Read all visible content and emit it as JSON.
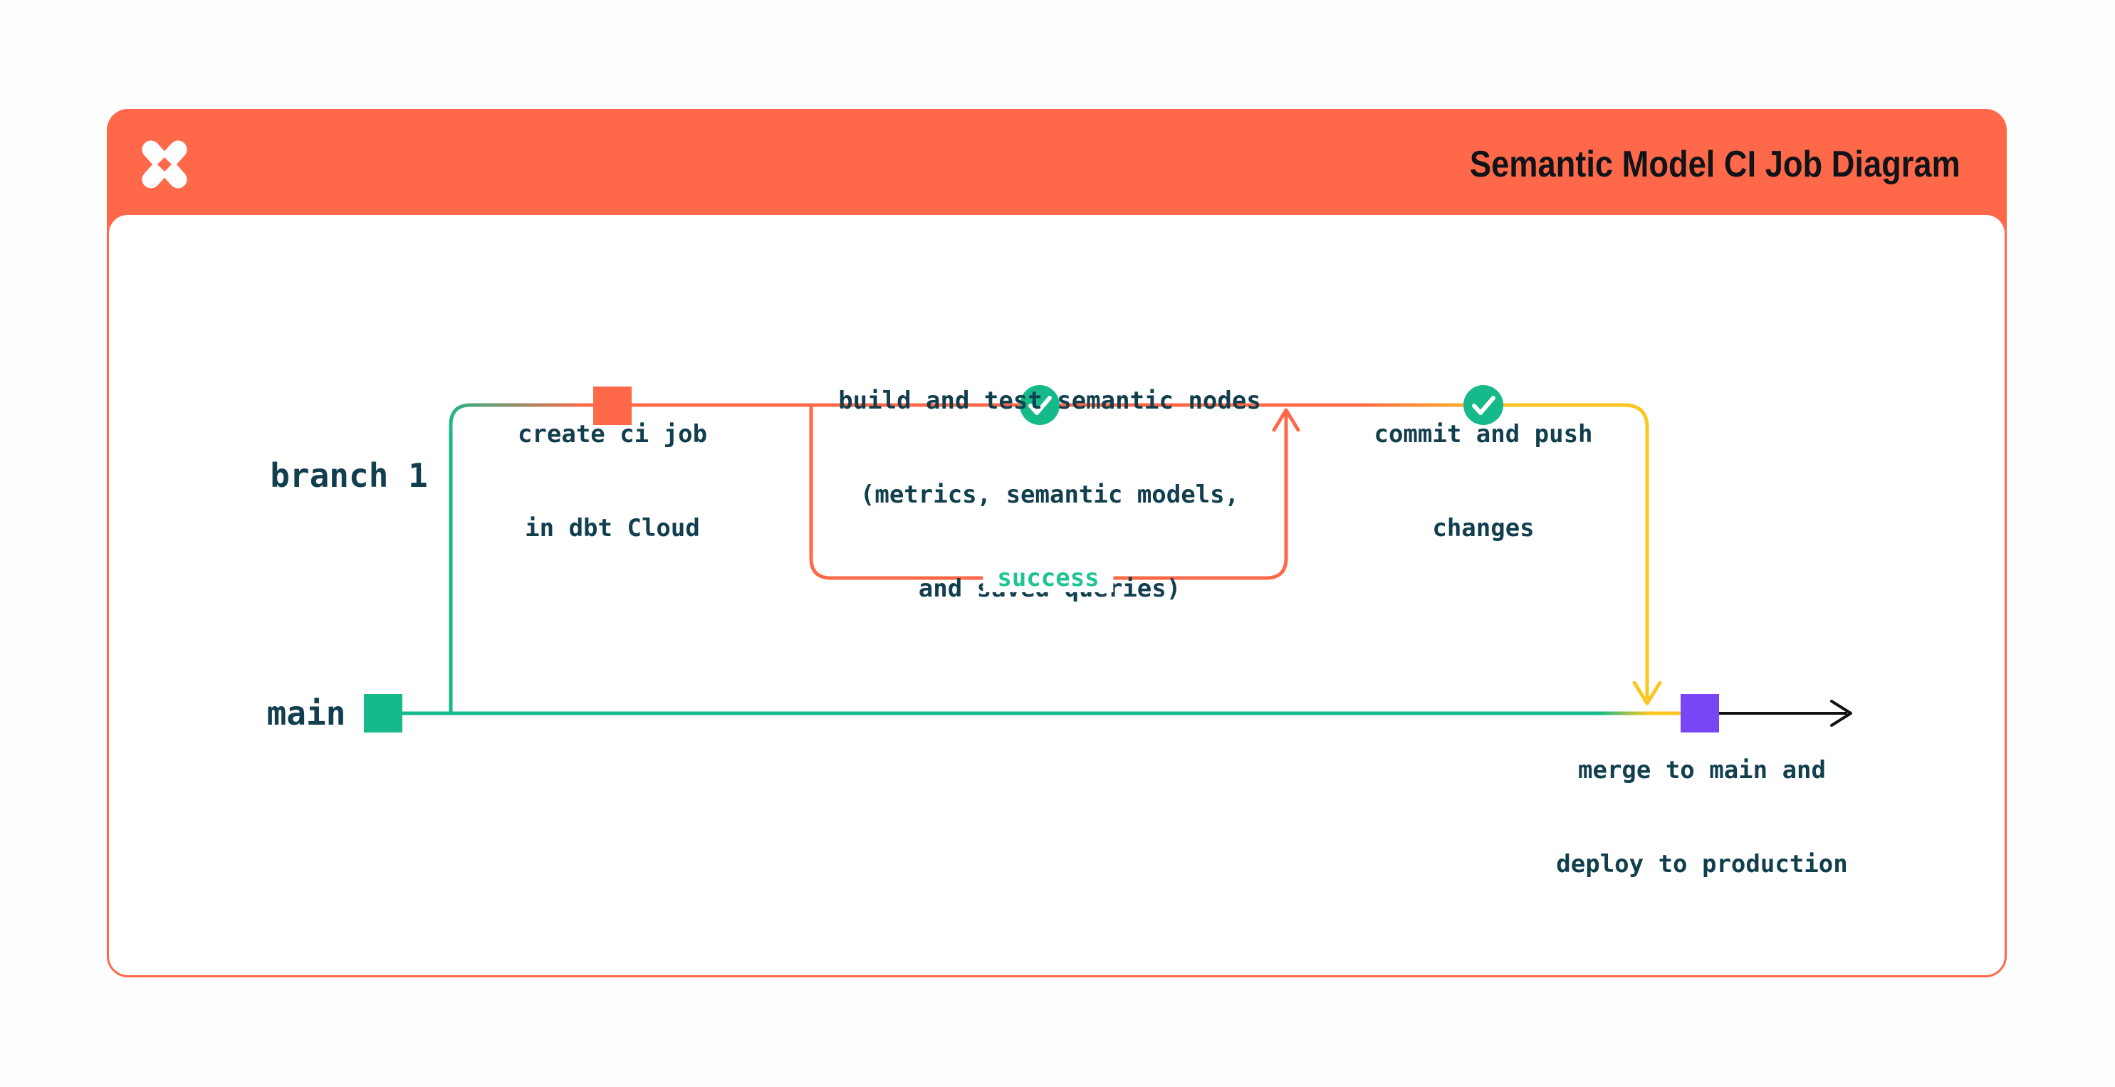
{
  "header": {
    "title": "Semantic Model CI Job Diagram",
    "logo_icon": "dbt-logo"
  },
  "branch_labels": {
    "branch1": "branch 1",
    "main": "main"
  },
  "steps": {
    "create_ci_job": {
      "lines": [
        "create ci job",
        "in dbt Cloud"
      ]
    },
    "build_and_test": {
      "lines": [
        "build and test semantic nodes",
        "(metrics, semantic models,",
        "and saved queries)"
      ]
    },
    "loop_result_label": "success",
    "commit_and_push": {
      "lines": [
        "commit and push",
        "changes"
      ]
    },
    "merge_deploy": {
      "lines": [
        "merge to main and",
        "deploy to production"
      ]
    }
  },
  "colors": {
    "orange": "#ff694a",
    "green": "#16b98a",
    "success_green": "#1ec592",
    "yellow": "#fdc51f",
    "purple": "#7a45f5",
    "text_dark": "#123f4e",
    "title_dark": "#101418",
    "arrow_black": "#111111"
  }
}
